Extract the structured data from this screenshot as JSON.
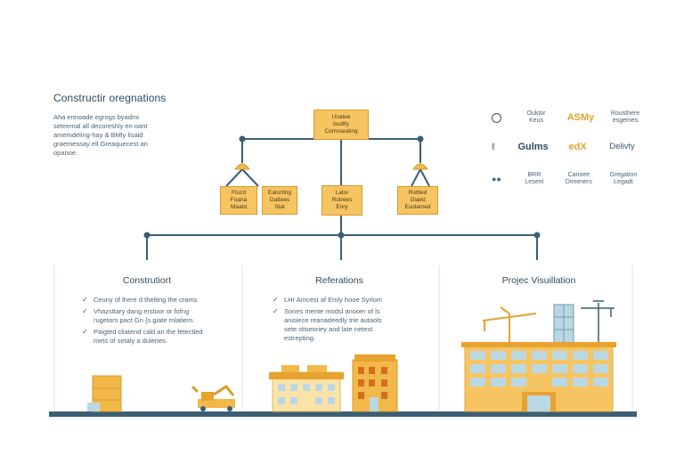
{
  "header": {
    "title": "Constructir oregnations",
    "intro_lines": [
      "Aha ennoade egrogs byadmi",
      "seteemal all decoreshly en oant",
      "amemdeling-hay & BMly lisaid",
      "graemessay ell Greaquecest an",
      "opanoe."
    ]
  },
  "org_chart": {
    "root": [
      "Unatee",
      "budtfy",
      "Corroseating"
    ],
    "left_nodes": [
      [
        "Fluzd",
        "Foana",
        "Maatd"
      ],
      [
        "Eatorting",
        "Dattees",
        "Stat"
      ]
    ],
    "center_node": [
      "Lator",
      "Rutrees",
      "Enry"
    ],
    "right_node": [
      "Rottled",
      "Giaed",
      "Esidamed"
    ]
  },
  "legend": {
    "rows": [
      {
        "left": [
          "Ouktor",
          "Keus"
        ],
        "brand": "ASMy",
        "right": [
          "Rousthere",
          "esgemes"
        ]
      },
      {
        "left": [],
        "brand": "Gulms",
        "brand2": "edX",
        "right": [
          "Delivty"
        ]
      },
      {
        "left": [
          "BRR",
          "Lesent"
        ],
        "mid": [
          "Canoee",
          "Dimeners"
        ],
        "right": [
          "Gregation",
          "Legadt"
        ]
      }
    ]
  },
  "sections": [
    {
      "title": "Construtiort",
      "bullets": [
        [
          "Ceuny of lhere d thelting the crams"
        ],
        [
          "Vhazsttary dang erstoor or fofng",
          "rugetors pact Gn {s giate rnlatiem."
        ],
        [
          "Paigted cliatend cald an the fetectled",
          "mets of setaly a duleries."
        ]
      ]
    },
    {
      "title": "Referations",
      "bullets": [
        [
          "LHr Amcest af Emly hooe Syrlom"
        ],
        [
          "Sones mente modsl anooer of ls",
          "anisiece reanadeedly trie autaols",
          "sete stiseoriey and late netest",
          "estrepting."
        ]
      ]
    },
    {
      "title": "Projec Visuillation",
      "bullets": []
    }
  ],
  "colors": {
    "accent": "#f7c462",
    "line": "#3b5e74",
    "ground": "#3b5e74",
    "building_window": "#b9d8e4"
  }
}
